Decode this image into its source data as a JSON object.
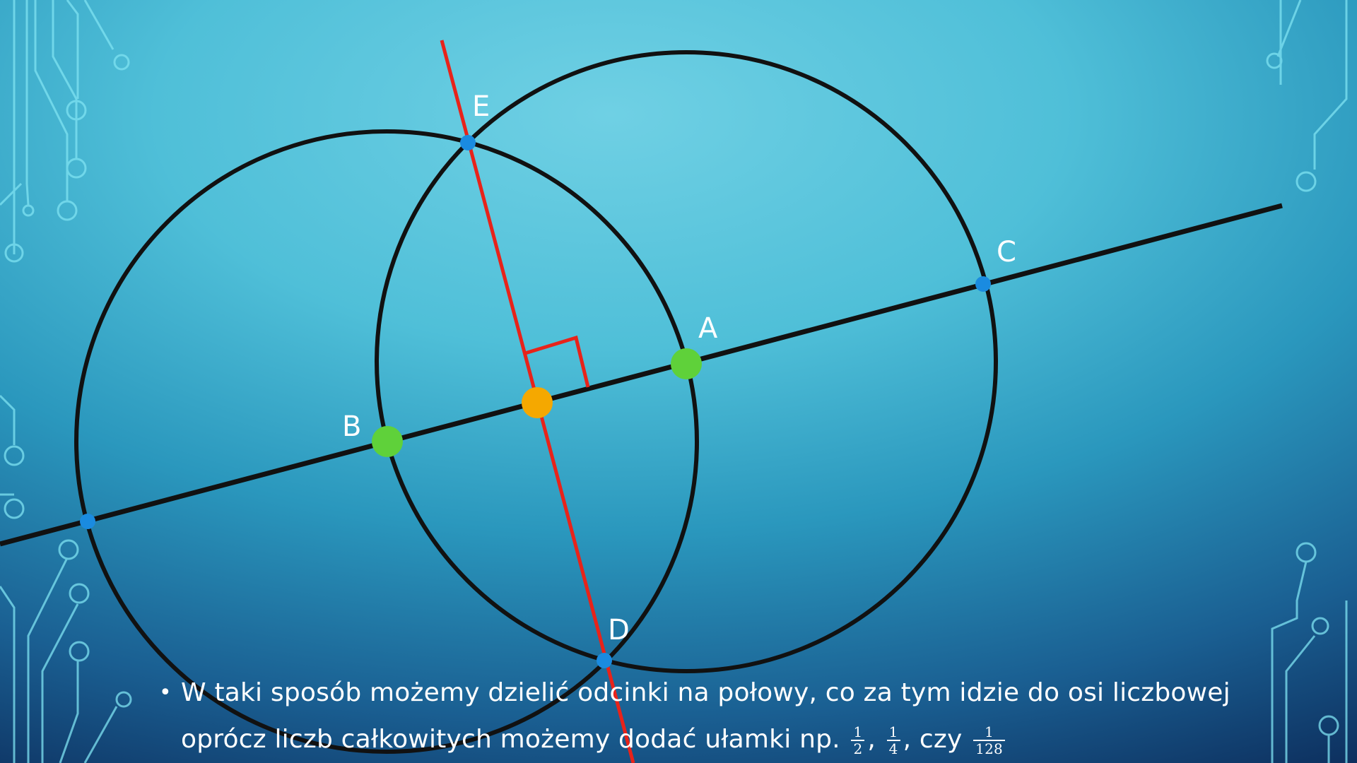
{
  "points": [
    {
      "label": "E"
    },
    {
      "label": "C"
    },
    {
      "label": "A"
    },
    {
      "label": "B"
    },
    {
      "label": "D"
    }
  ],
  "caption": {
    "line1": "W taki sposób możemy dzielić odcinki na połowy, co za tym idzie do osi liczbowej",
    "line2_prefix": "oprócz liczb całkowitych możemy dodać ułamki np. ",
    "sep1": ", ",
    "sep2": ", czy ",
    "fractions": [
      {
        "num": "1",
        "den": "2"
      },
      {
        "num": "1",
        "den": "4"
      },
      {
        "num": "1",
        "den": "128"
      }
    ]
  },
  "colors": {
    "line": "#111111",
    "perpendicular": "#e8231a",
    "intersection_point": "#1a8be0",
    "marked_point": "#5fd13a",
    "midpoint": "#f5a800"
  }
}
